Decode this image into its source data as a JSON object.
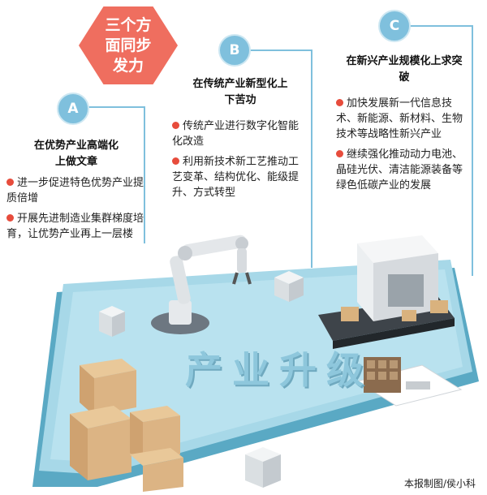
{
  "theme": "三个方面同步发力",
  "sections": [
    {
      "letter": "A",
      "title": "在优势产业高端化上做文章",
      "items": [
        "进一步促进特色优势产业提质倍增",
        "开展先进制造业集群梯度培育，让优势产业再上一层楼"
      ]
    },
    {
      "letter": "B",
      "title": "在传统产业新型化上下苦功",
      "items": [
        "传统产业进行数字化智能化改造",
        "利用新技术新工艺推动工艺变革、结构优化、能级提升、方式转型"
      ]
    },
    {
      "letter": "C",
      "title": "在新兴产业规模化上求突破",
      "items": [
        "加快发展新一代信息技术、新能源、新材料、生物技术等战略性新兴产业",
        "继续强化推动动力电池、晶硅光伏、清洁能源装备等绿色低碳产业的发展"
      ]
    }
  ],
  "platform_text": "产业升级",
  "credit": "本报制图/侯小科",
  "colors": {
    "hexagon": "#ef6e5f",
    "badge": "#7fc0dd",
    "bullet": "#e74c3c",
    "platform": "#a7d8e8"
  }
}
